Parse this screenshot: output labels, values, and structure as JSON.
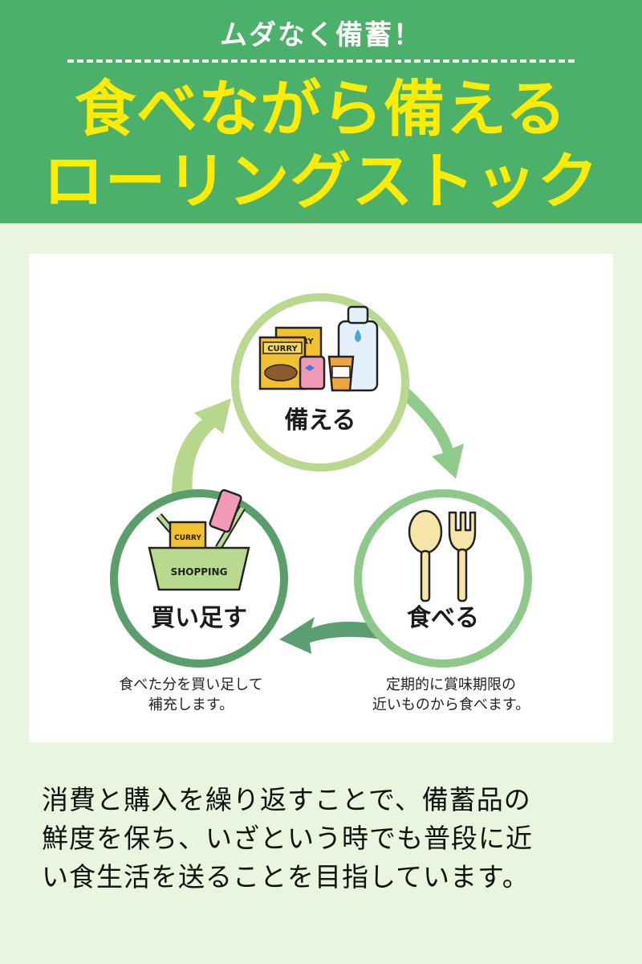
{
  "header": {
    "eyebrow": "ムダなく備蓄！",
    "title_line1": "食べながら備える",
    "title_line2": "ローリングストック"
  },
  "cycle": {
    "stages": [
      {
        "label": "備える",
        "icon": "stockpile-icon",
        "ring_color": "#b9d98f"
      },
      {
        "label": "食べる",
        "icon": "spoon-fork-icon",
        "ring_color": "#8ec88a"
      },
      {
        "label": "買い足す",
        "icon": "shopping-basket-icon",
        "ring_color": "#5a9e6b"
      }
    ],
    "arrow_colors": [
      "#8fcb8a",
      "#5a9e72",
      "#b6d88c"
    ]
  },
  "illustrations": {
    "curry_box_text": "CURRY",
    "curry_box_text_back": "CURRY",
    "basket_text": "SHOPPING"
  },
  "captions": {
    "buy": [
      "食べた分を買い足して",
      "補充します。"
    ],
    "eat": [
      "定期的に賞味期限の",
      "近いものから食べます。"
    ]
  },
  "body": {
    "lines": [
      "消費と購入を繰り返すことで、備蓄品の",
      "鮮度を保ち、いざという時でも普段に近",
      "い食生活を送ることを目指しています。"
    ]
  }
}
